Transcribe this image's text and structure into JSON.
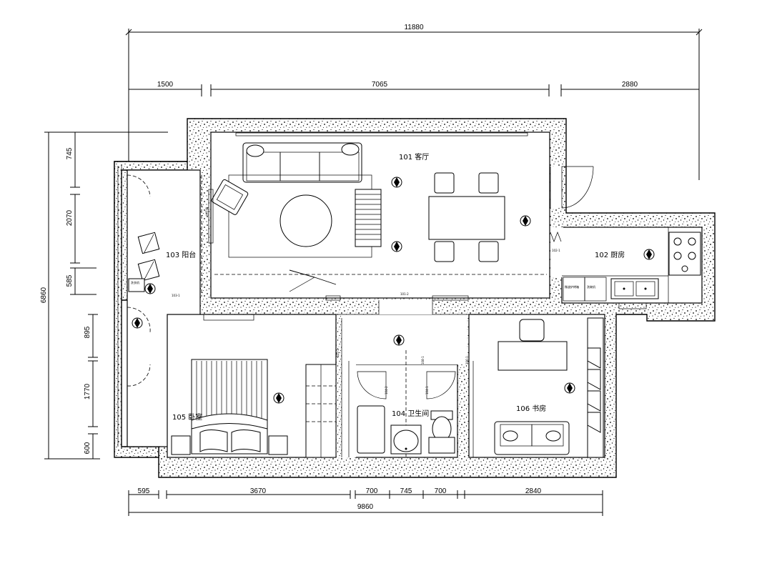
{
  "plan": {
    "dimensions": {
      "top_overall": "11880",
      "top_segments": [
        "1500",
        "7065",
        "2880"
      ],
      "left_segments": [
        "745",
        "2070",
        "585",
        "895",
        "1770",
        "600"
      ],
      "left_overall": "6860",
      "bottom_segments": [
        "595",
        "3670",
        "700",
        "745",
        "700",
        "2840"
      ],
      "bottom_overall": "9860"
    },
    "rooms": {
      "living": "101 客厅",
      "kitchen": "102 厨房",
      "balcony": "103 阳台",
      "bathroom": "104 卫生间",
      "bedroom": "105 卧室",
      "study": "106 书房"
    },
    "tags": {
      "t1": "101-1",
      "t2": "102-1",
      "t3": "101-2",
      "t4": "103-1",
      "t5": "105-1",
      "t6": "104-1",
      "t7": "104-2",
      "t8": "106-1",
      "t9": "108-1"
    },
    "appliance_labels": [
      "微波炉烤箱",
      "洗碗机"
    ],
    "balcony_labels": [
      "洗衣机",
      "烘干机"
    ]
  }
}
